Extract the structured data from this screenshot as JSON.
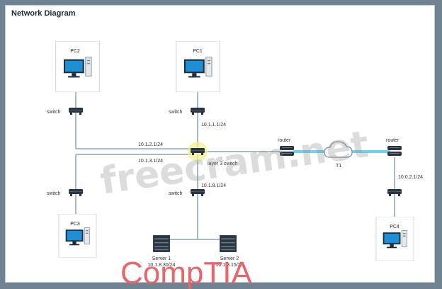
{
  "diagram": {
    "title": "Network Diagram",
    "pcs": [
      {
        "id": "pc1",
        "label": "PC1"
      },
      {
        "id": "pc2",
        "label": "PC2"
      },
      {
        "id": "pc3",
        "label": "PC3"
      },
      {
        "id": "pc4",
        "label": "PC4"
      }
    ],
    "switch_label": "switch",
    "layer3_label": "layer 3 switch",
    "router_label": "router",
    "cloud_label": "T1",
    "ips": {
      "pc1_link": "10.1.1.1/24",
      "pc2_link": "10.1.2.1/24",
      "pc3_link": "10.1.3.1/24",
      "server_link": "10.1.8.1/24",
      "pc4_link": "10.0.2.1/24"
    },
    "servers": [
      {
        "name": "Server 1",
        "ip": "10.1.8.30/24"
      },
      {
        "name": "Server 2",
        "ip": "10.1.8.15/24"
      }
    ],
    "watermark": "freecram.net",
    "brand": "CompTIA",
    "colors": {
      "t1_link": "#6fd3ef",
      "halo": "#f3f08a",
      "device": "#2a3440"
    }
  }
}
